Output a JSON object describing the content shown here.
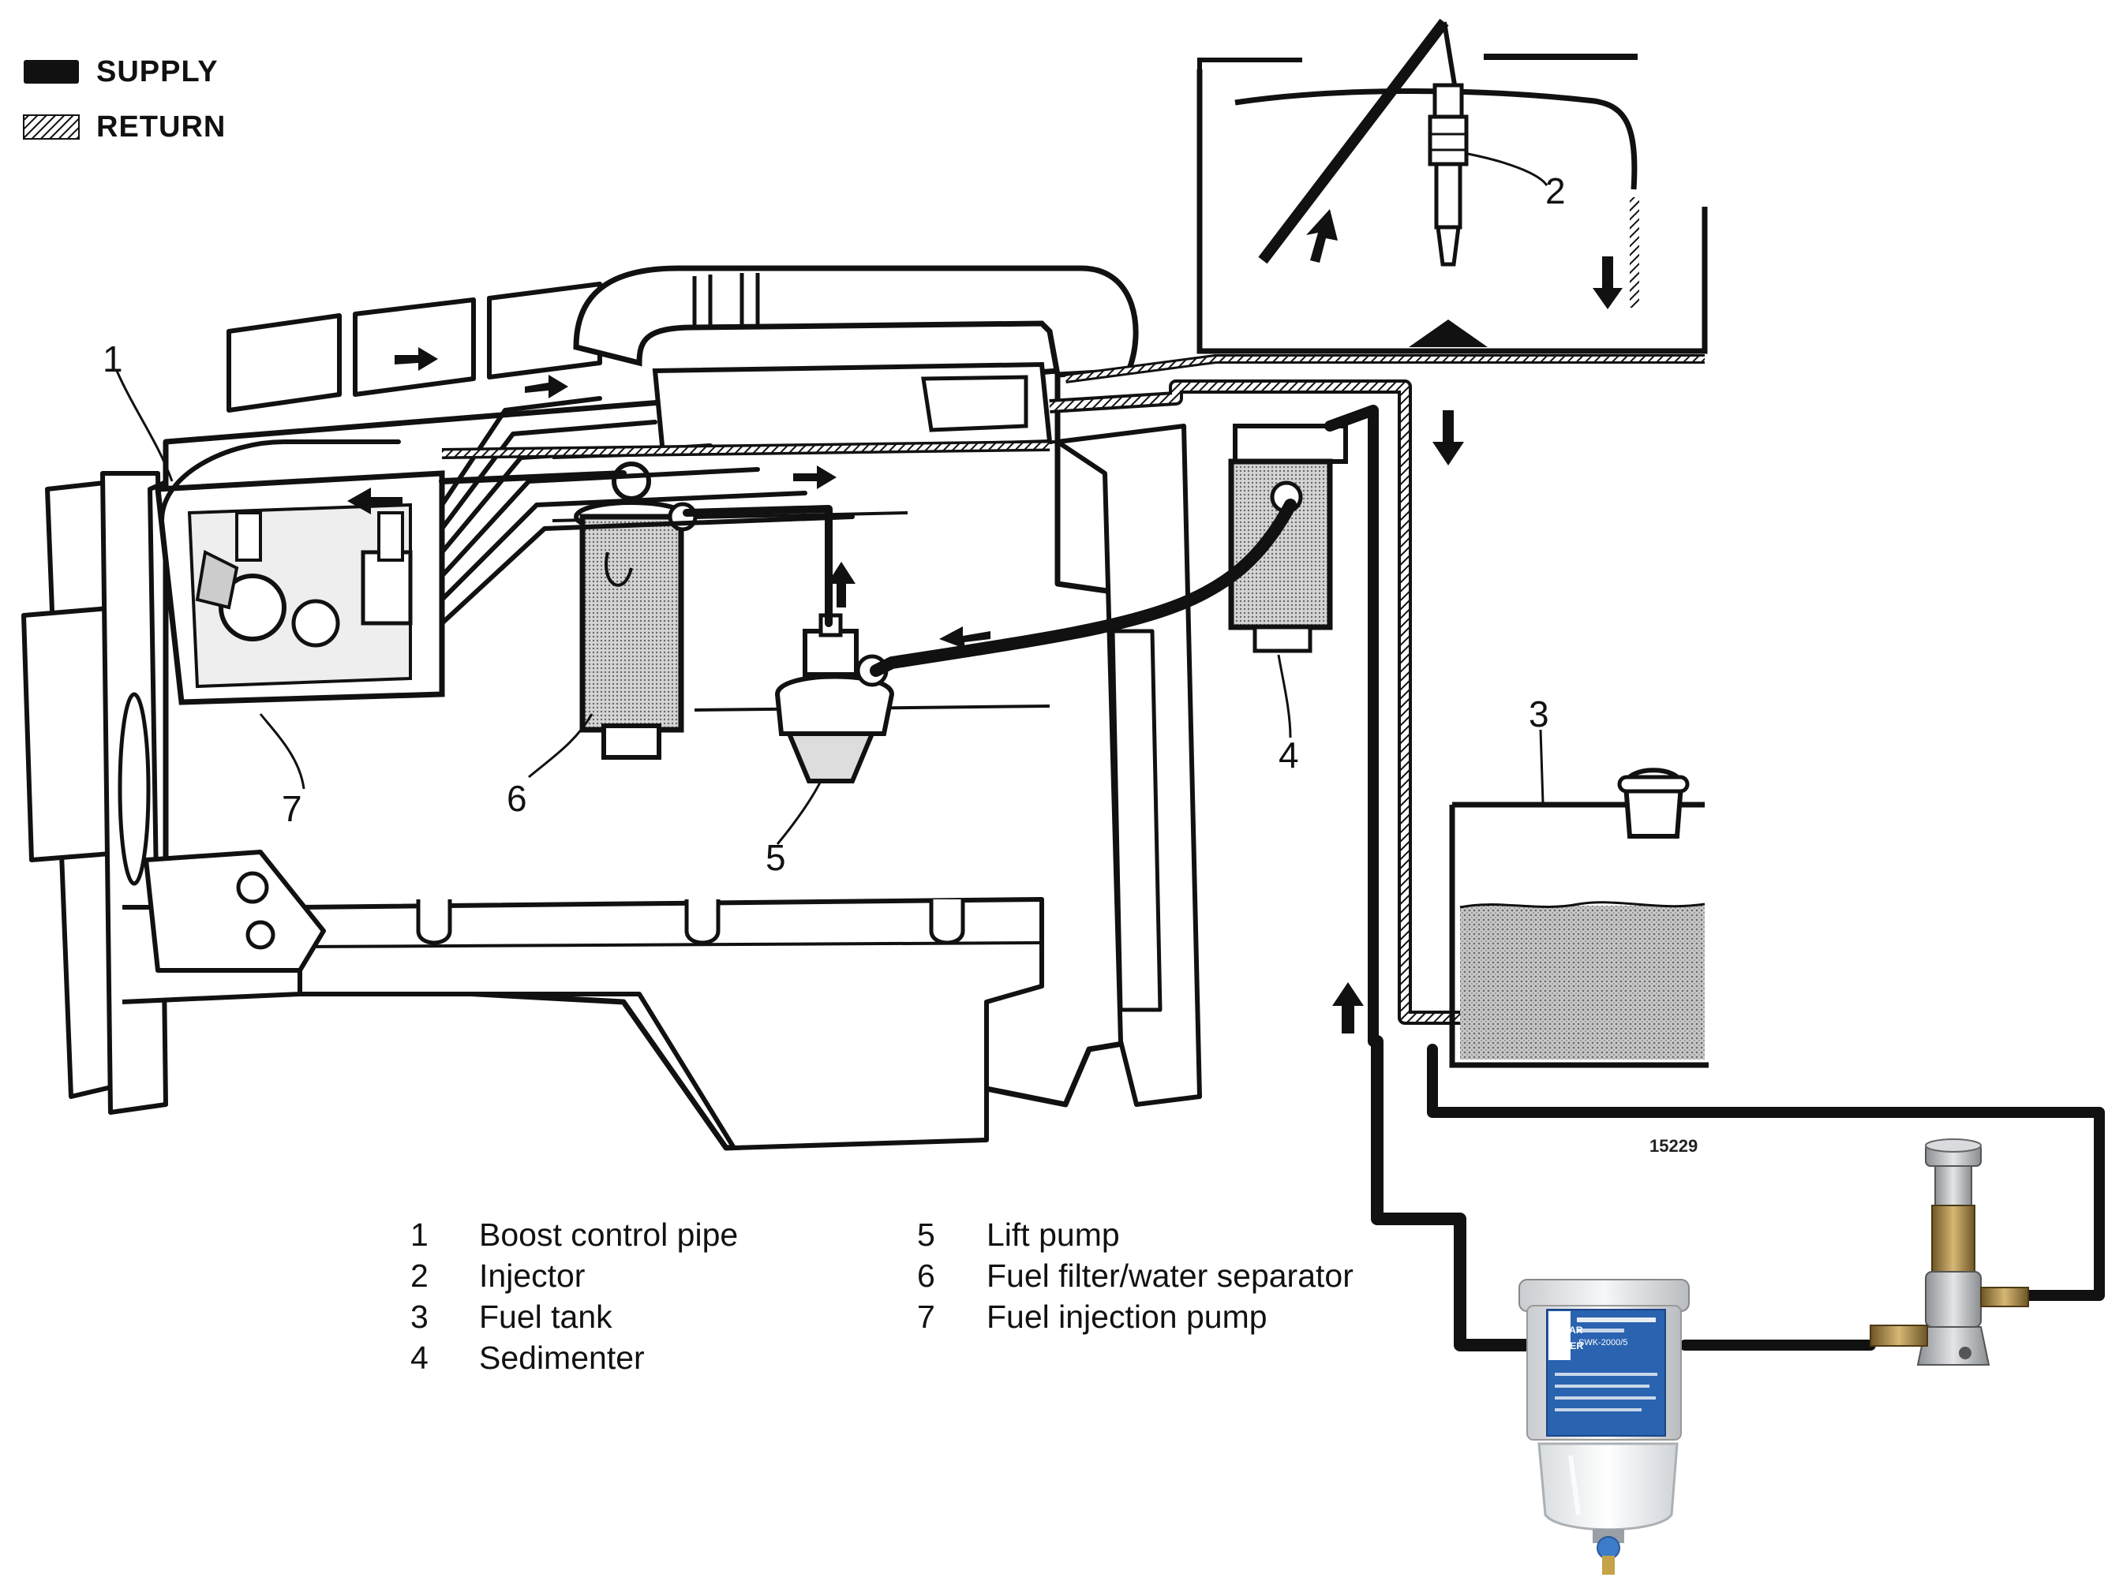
{
  "legend": {
    "supply_label": "SUPPLY",
    "return_label": "RETURN"
  },
  "callouts": [
    "1",
    "2",
    "3",
    "4",
    "5",
    "6",
    "7"
  ],
  "key": [
    {
      "num": "1",
      "text": "Boost control pipe"
    },
    {
      "num": "2",
      "text": "Injector"
    },
    {
      "num": "3",
      "text": "Fuel tank"
    },
    {
      "num": "4",
      "text": "Sedimenter"
    },
    {
      "num": "5",
      "text": "Lift pump"
    },
    {
      "num": "6",
      "text": "Fuel filter/water separator"
    },
    {
      "num": "7",
      "text": "Fuel injection pump"
    }
  ],
  "figure_code": "15229",
  "separ_filter": {
    "brand_line1": "SEPAR",
    "brand_line2": "FILTER",
    "model": "SWK-2000/5"
  },
  "colors": {
    "ink": "#111111",
    "tank_fuel": "#b8b8b8",
    "filter_label_blue": "#2a63b0",
    "filter_housing": "#e6e8ea",
    "brass": "#a8874a"
  }
}
